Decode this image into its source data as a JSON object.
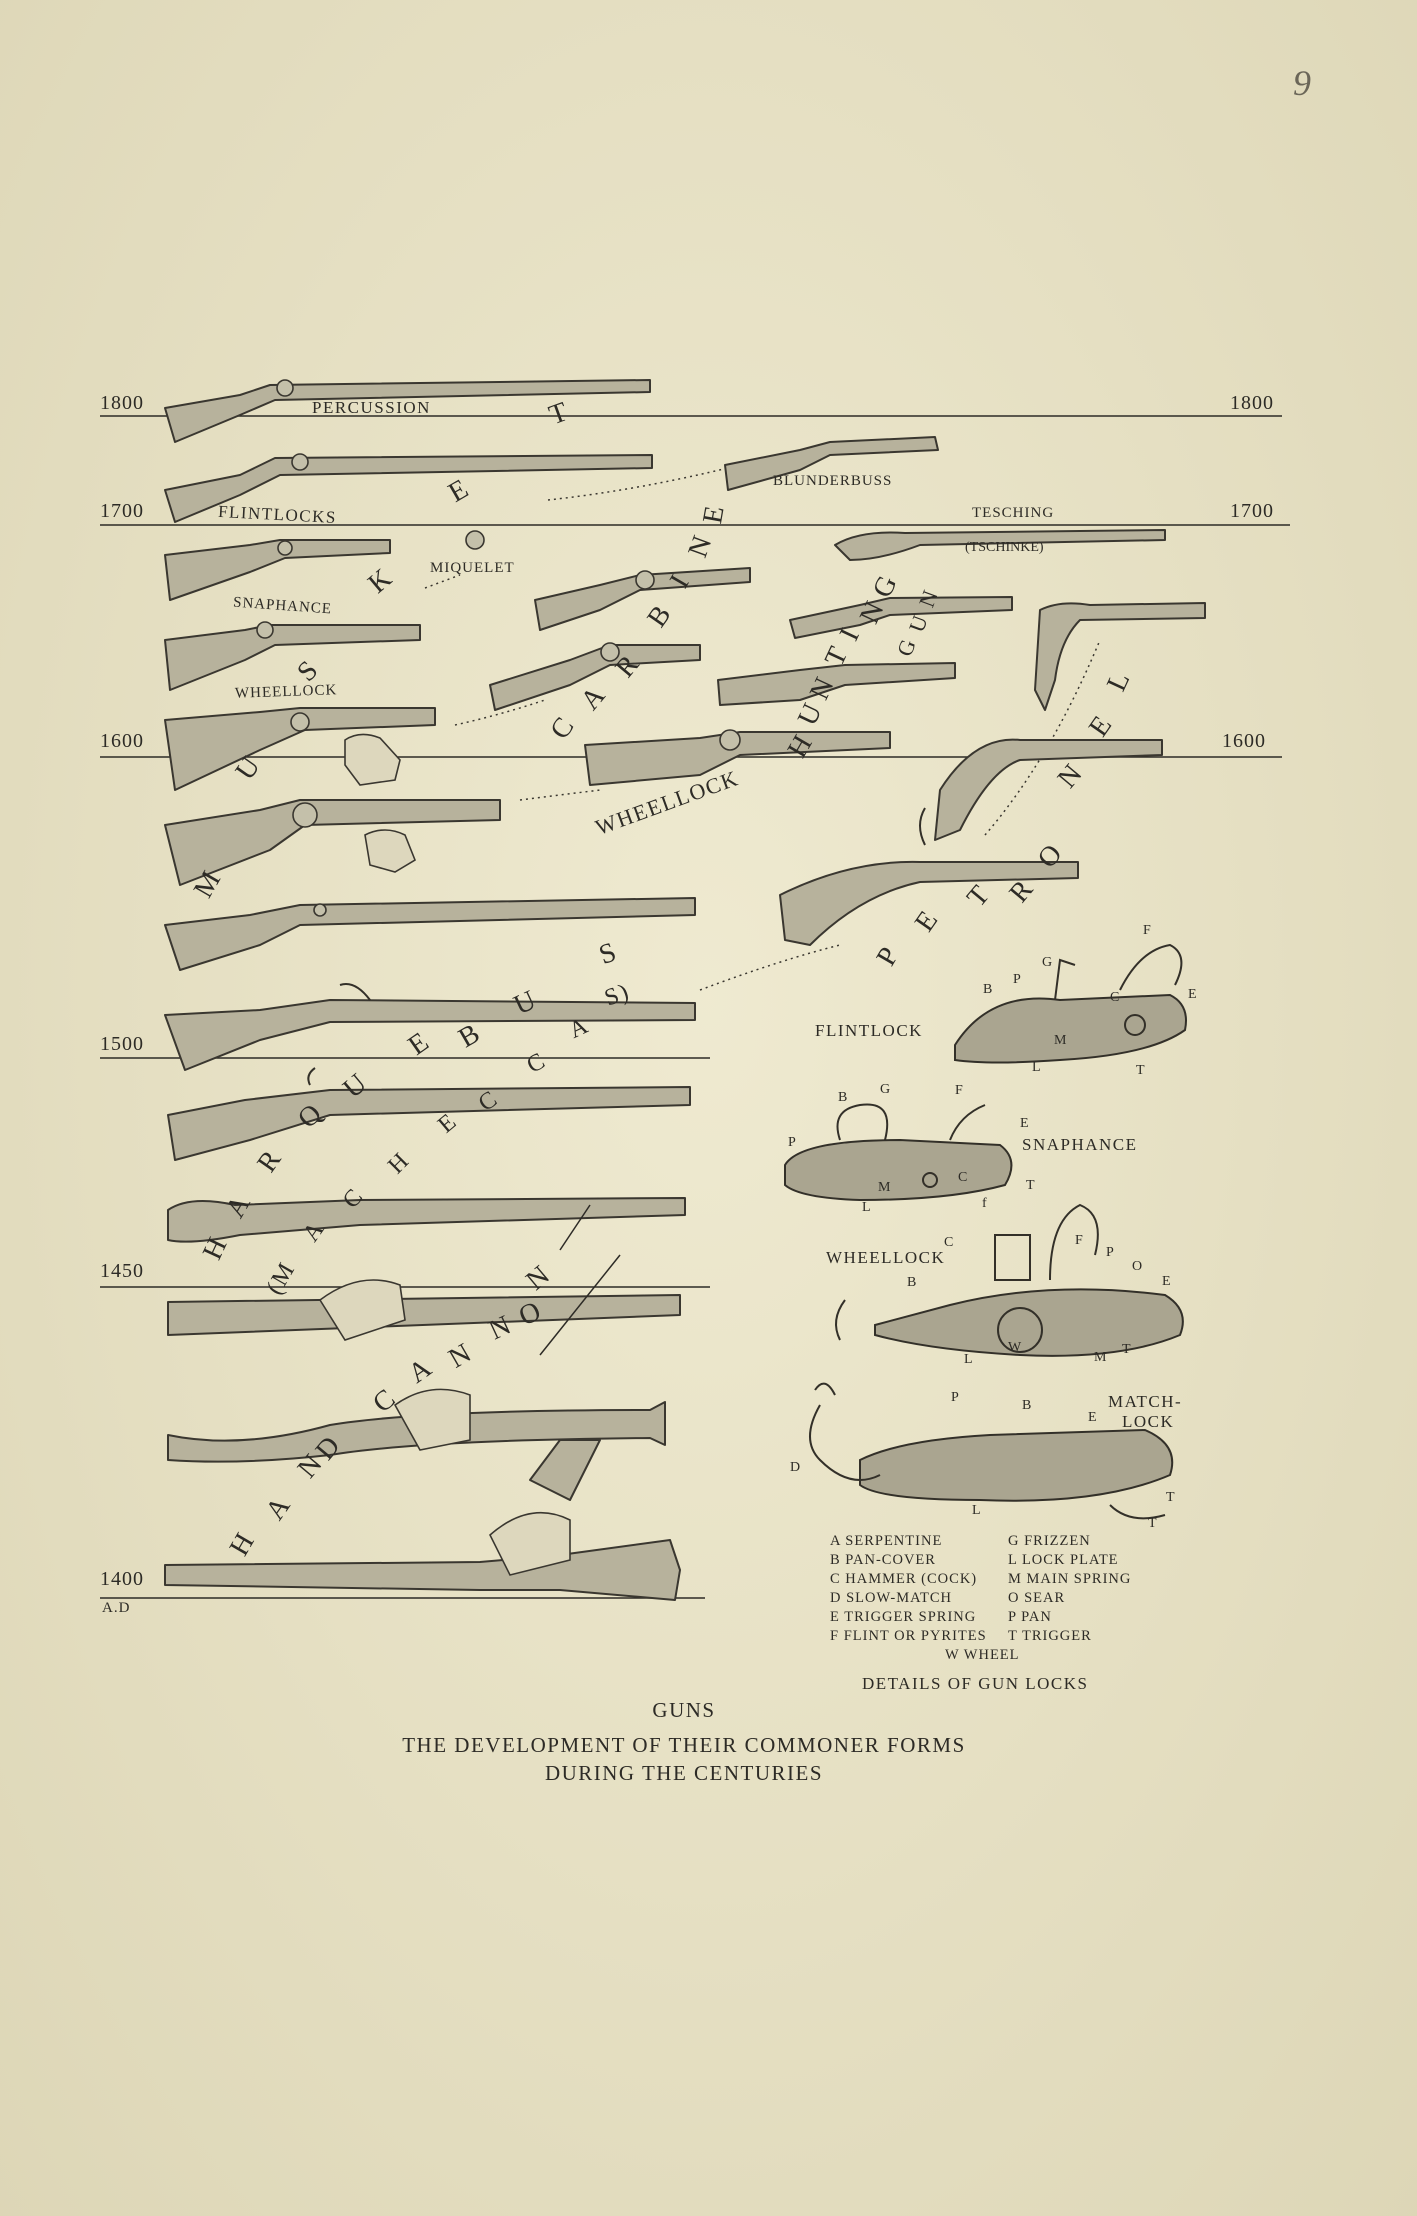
{
  "page_number": "9",
  "years": {
    "y1800": "1800",
    "y1700": "1700",
    "y1600": "1600",
    "y1500": "1500",
    "y1450": "1450",
    "y1400": "1400",
    "ad": "A.D"
  },
  "gun_labels": {
    "percussion": "PERCUSSION",
    "flintlocks": "FLINTLOCKS",
    "miquelet": "MIQUELET",
    "snaphance": "SNAPHANCE",
    "wheellock_left": "WHEELLOCK",
    "blunderbuss": "BLUNDERBUSS",
    "tesching": "TESCHING",
    "tschinke": "(TSCHINKE)",
    "wheellock_center": "WHEELLOCK"
  },
  "arc_letters": {
    "musket": [
      "M",
      "U",
      "S",
      "K",
      "E",
      "T"
    ],
    "carbine": [
      "C",
      "A",
      "R",
      "B",
      "I",
      "N",
      "E"
    ],
    "hunting": [
      "H",
      "U",
      "N",
      "T",
      "I",
      "N",
      "G"
    ],
    "gun": [
      "G",
      "U",
      "N"
    ],
    "petronel": [
      "P",
      "E",
      "T",
      "R",
      "O",
      "N",
      "E",
      "L"
    ],
    "harquebus": [
      "H",
      "A",
      "R",
      "Q",
      "U",
      "E",
      "B",
      "U",
      "S"
    ],
    "macheccas": [
      "(M",
      "A",
      "C",
      "H",
      "E",
      "C",
      "C",
      "A",
      "S)"
    ],
    "hand_cannon": [
      "H",
      "A",
      "N",
      "D",
      "C",
      "A",
      "N",
      "N",
      "O",
      "N"
    ]
  },
  "lock_titles": {
    "flintlock": "FLINTLOCK",
    "snaphance": "SNAPHANCE",
    "wheellock": "WHEELLOCK",
    "matchlock_1": "MATCH-",
    "matchlock_2": "LOCK"
  },
  "lock_letters": {
    "flint": [
      "F",
      "G",
      "P",
      "B",
      "C",
      "E",
      "M",
      "L",
      "T"
    ],
    "snap": [
      "B",
      "G",
      "F",
      "E",
      "P",
      "C",
      "M",
      "T",
      "L",
      "f"
    ],
    "wheel": [
      "C",
      "F",
      "P",
      "O",
      "B",
      "E",
      "L",
      "W",
      "M",
      "T"
    ],
    "match": [
      "P",
      "B",
      "E",
      "D",
      "L",
      "T",
      "T"
    ]
  },
  "legend": {
    "left": [
      "A  SERPENTINE",
      "B  PAN-COVER",
      "C  HAMMER (COCK)",
      "D  SLOW-MATCH",
      "E  TRIGGER SPRING",
      "F  FLINT OR PYRITES"
    ],
    "right": [
      "G  FRIZZEN",
      "L  LOCK PLATE",
      "M  MAIN SPRING",
      "O  SEAR",
      "P  PAN",
      "T  TRIGGER"
    ],
    "center": "W  WHEEL",
    "title": "DETAILS OF GUN LOCKS"
  },
  "caption": {
    "line1": "GUNS",
    "line2": "THE DEVELOPMENT OF THEIR COMMONER FORMS",
    "line3": "DURING THE CENTURIES"
  },
  "colors": {
    "paper": "#e6e0c2",
    "ink": "#2d2b26",
    "gun_fill": "#b7b29c",
    "gun_stroke": "#3a3730"
  }
}
